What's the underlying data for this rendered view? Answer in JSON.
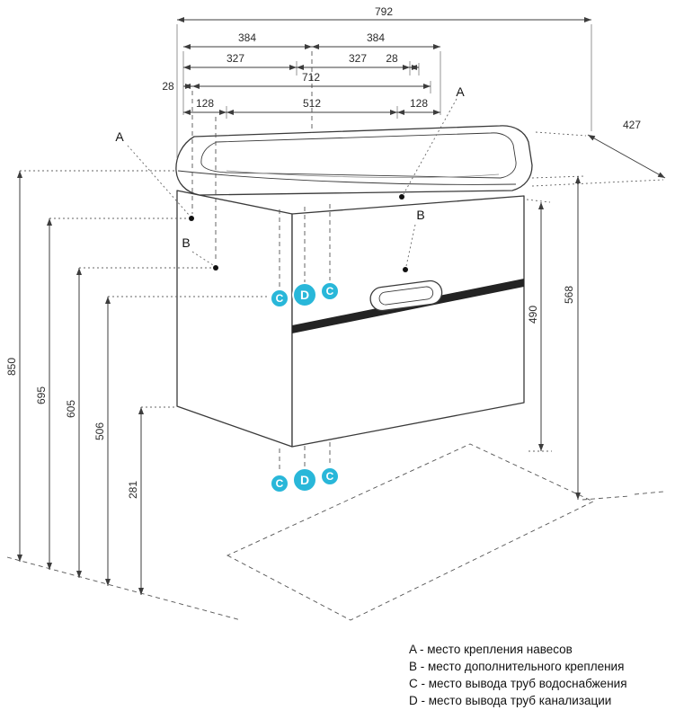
{
  "drawing": {
    "dims": {
      "overall_width": "792",
      "half_width": "384",
      "inner_327": "327",
      "offset_28": "28",
      "width_712": "712",
      "side_128": "128",
      "center_512": "512",
      "depth": "427",
      "height_568": "568",
      "height_490": "490",
      "height_850": "850",
      "height_695": "695",
      "height_605": "605",
      "height_506": "506",
      "height_281": "281"
    },
    "points": {
      "a": "A",
      "b": "B",
      "c": "C",
      "d": "D"
    },
    "legend": [
      "A - место крепления навесов",
      "B - место дополнительного крепления",
      "C - место вывода труб водоснабжения",
      "D - место вывода труб канализации"
    ],
    "colors": {
      "marker_fill": "#29b7d9",
      "line": "#3c3c3c"
    }
  }
}
